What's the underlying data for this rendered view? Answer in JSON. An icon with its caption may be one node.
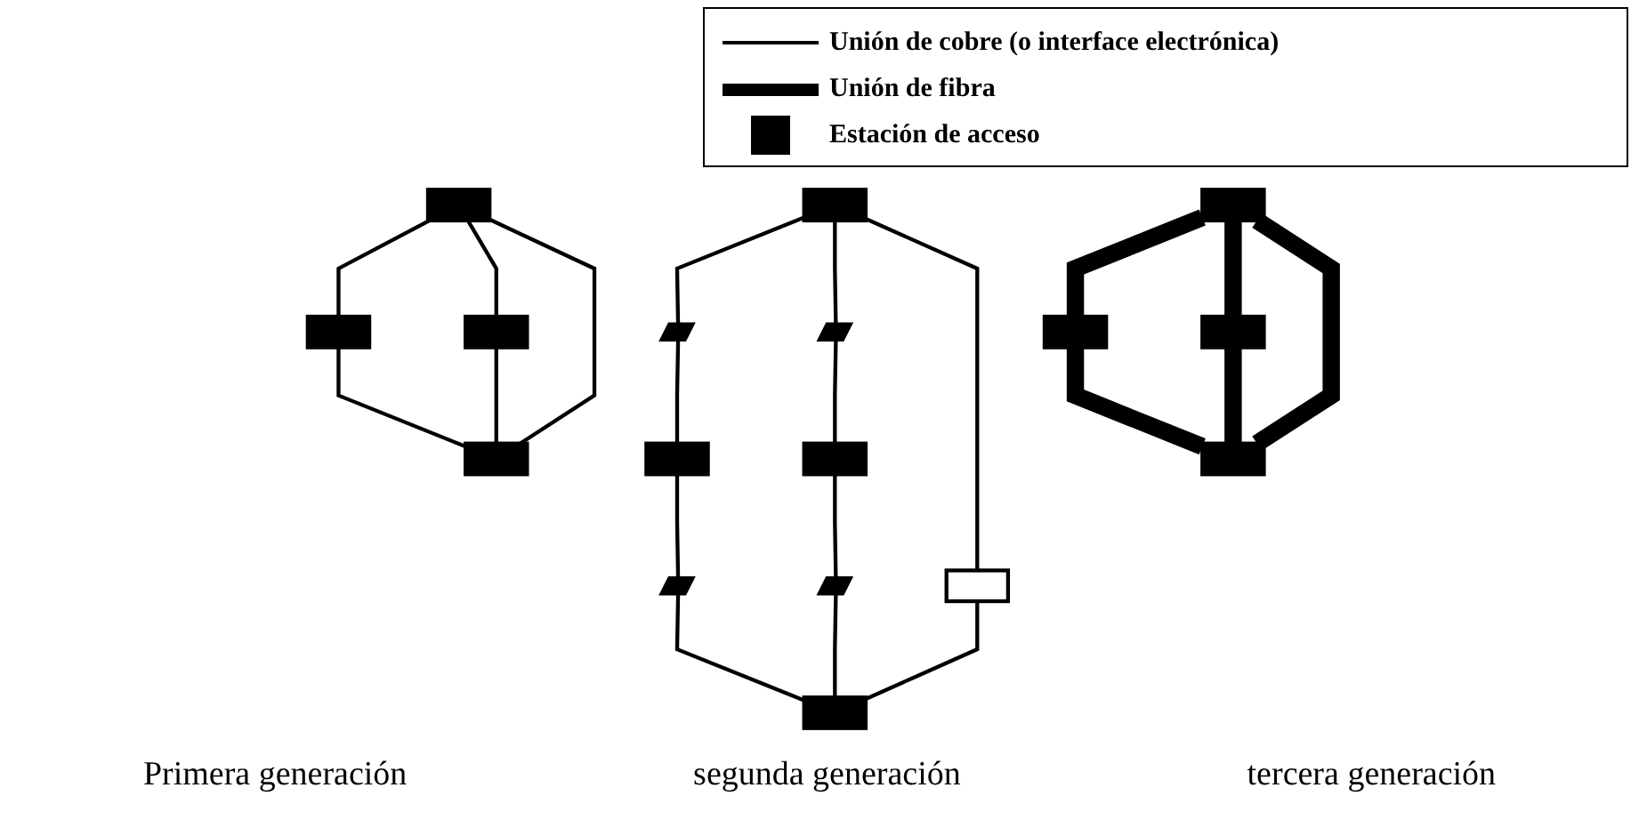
{
  "diagram": {
    "nodes": [
      {
        "text": [],
        "shape": "box"
      },
      {
        "text": [],
        "shape": "box"
      },
      {
        "text": [],
        "shape": "box"
      },
      {
        "text": [],
        "shape": "box"
      },
      {
        "text": [],
        "shape": "box"
      },
      {
        "text": [],
        "shape": "bar"
      },
      {
        "text": [],
        "shape": "bar"
      },
      {
        "text": [],
        "shape": "box"
      },
      {
        "text": [],
        "shape": "box"
      },
      {
        "text": [],
        "shape": "box"
      },
      {
        "text": [],
        "shape": "bar"
      },
      {
        "text": [],
        "shape": "bar"
      },
      {
        "text": [],
        "shape": "box"
      },
      {
        "text": [],
        "shape": "box"
      },
      {
        "text": [],
        "shape": "box"
      },
      {
        "text": [],
        "shape": "box"
      },
      {
        "text": [],
        "shape": "box"
      }
    ],
    "edges": [
      {
        "from": 0,
        "to": 1,
        "arrow": "none"
      },
      {
        "from": 0,
        "to": 2,
        "arrow": "none"
      },
      {
        "from": 0,
        "to": 3,
        "arrow": "none"
      },
      {
        "from": 1,
        "to": 3,
        "arrow": "none"
      },
      {
        "from": 2,
        "to": 3,
        "arrow": "none"
      },
      {
        "from": 4,
        "to": 5,
        "arrow": "none"
      },
      {
        "from": 5,
        "to": 7,
        "arrow": "none"
      },
      {
        "from": 4,
        "to": 6,
        "arrow": "none"
      },
      {
        "from": 6,
        "to": 9,
        "arrow": "none"
      },
      {
        "from": 4,
        "to": 8,
        "arrow": "none"
      },
      {
        "from": 8,
        "to": 12,
        "arrow": "none"
      },
      {
        "from": 7,
        "to": 10,
        "arrow": "none"
      },
      {
        "from": 10,
        "to": 12,
        "arrow": "none"
      },
      {
        "from": 9,
        "to": 11,
        "arrow": "none"
      },
      {
        "from": 11,
        "to": 12,
        "arrow": "none"
      },
      {
        "from": 13,
        "to": 14,
        "arrow": "none",
        "style": "thick"
      },
      {
        "from": 13,
        "to": 15,
        "arrow": "none",
        "style": "thick"
      },
      {
        "from": 13,
        "to": 16,
        "arrow": "none",
        "style": "thick"
      },
      {
        "from": 14,
        "to": 16,
        "arrow": "none",
        "style": "thick"
      },
      {
        "from": 15,
        "to": 16,
        "arrow": "none",
        "style": "thick"
      }
    ],
    "labels": [
      "Primera generación",
      "segunda generación",
      "tercera generación"
    ],
    "legend": [
      {
        "text": "Unión de  cobre (o interface electrónica)"
      },
      {
        "text": "Unión de fibra"
      },
      {
        "text": "Estación de acceso",
        "color": "#000000"
      }
    ]
  }
}
